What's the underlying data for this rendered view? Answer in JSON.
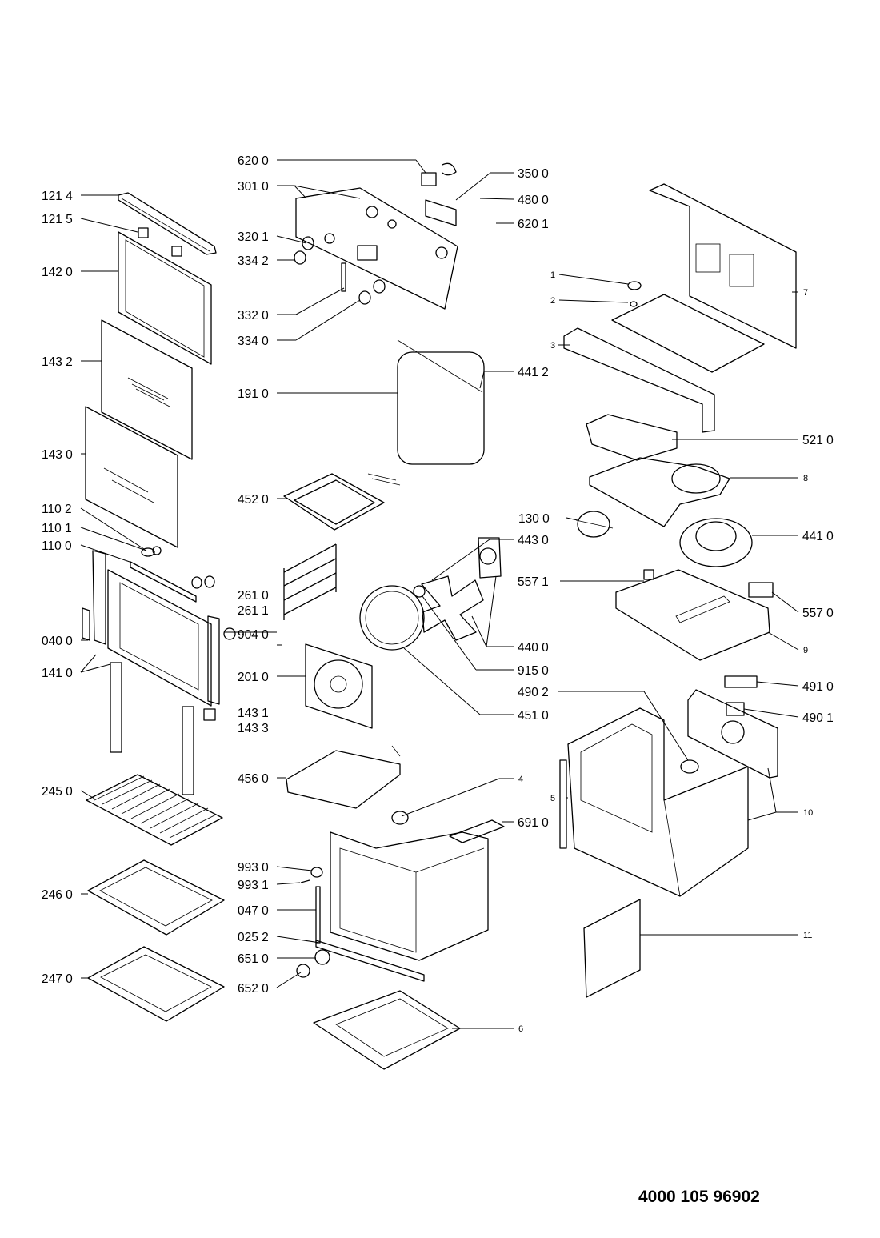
{
  "diagram": {
    "type": "exploded parts diagram",
    "document_code": "4000 105 96902",
    "part_labels": [
      "121 4",
      "121 5",
      "142 0",
      "143 2",
      "143 0",
      "110 2",
      "110 1",
      "110 0",
      "040 0",
      "141 0",
      "245 0",
      "246 0",
      "247 0",
      "620 0",
      "301 0",
      "320 1",
      "334 2",
      "332 0",
      "334 0",
      "191 0",
      "452 0",
      "261 0",
      "261 1",
      "904 0",
      "201 0",
      "143 1",
      "143 3",
      "456 0",
      "993 0",
      "993 1",
      "047 0",
      "025 2",
      "651 0",
      "652 0",
      "350 0",
      "480 0",
      "620 1",
      "441 2",
      "443 0",
      "440 0",
      "915 0",
      "451 0",
      "4",
      "691 0",
      "6",
      "1",
      "2",
      "3",
      "7",
      "521 0",
      "8",
      "130 0",
      "441 0",
      "557 1",
      "557 0",
      "9",
      "491 0",
      "490 2",
      "490 1",
      "5",
      "10",
      "11"
    ]
  }
}
